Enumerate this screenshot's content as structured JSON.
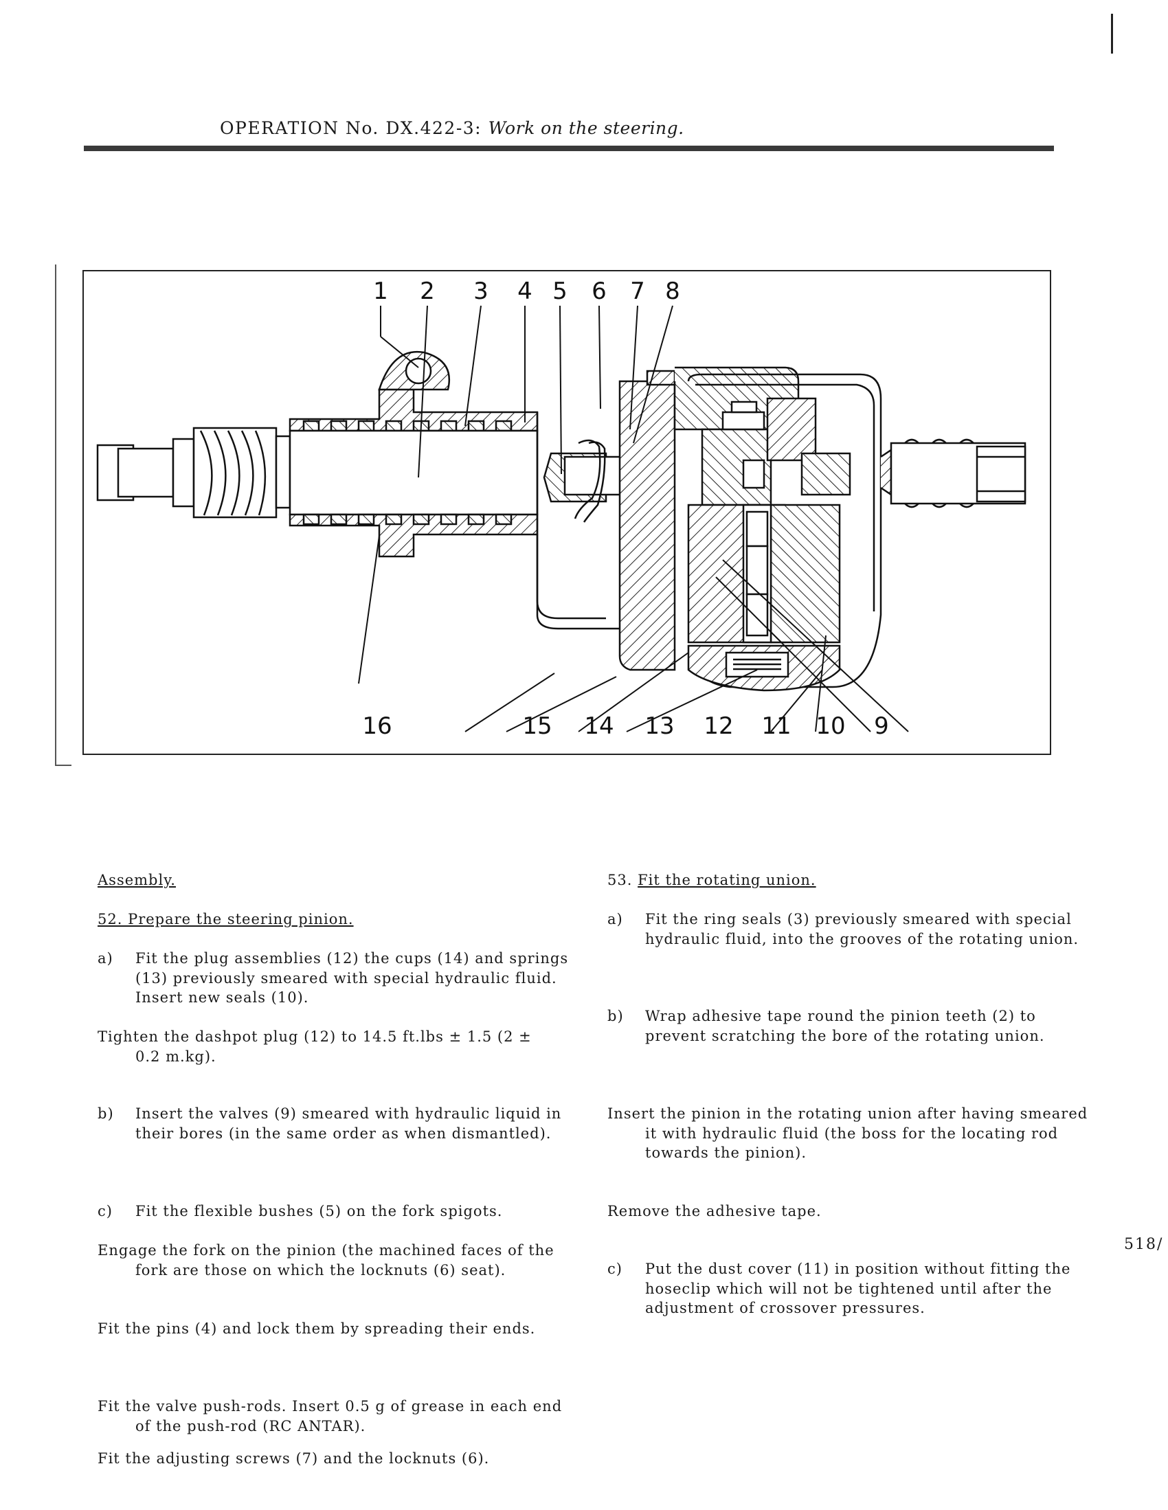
{
  "header": {
    "operation": "OPERATION No. DX.422-3:",
    "title": "Work on the steering."
  },
  "figure": {
    "callouts_top": [
      "1",
      "2",
      "3",
      "4",
      "5",
      "6",
      "7",
      "8"
    ],
    "callouts_bottom": [
      "16",
      "15",
      "14",
      "13",
      "12",
      "11",
      "10",
      "9"
    ]
  },
  "left": {
    "section_title": "Assembly.",
    "step52_title": "52. Prepare the steering pinion.",
    "a_label": "a)",
    "a_text": "Fit the plug assemblies (12) the cups (14) and springs (13) previously smeared with special hydraulic fluid. Insert new seals (10).",
    "tighten_text": "Tighten the dashpot plug (12) to 14.5 ft.lbs ± 1.5 (2 ± 0.2 m.kg).",
    "b_label": "b)",
    "b_text": "Insert the valves (9) smeared with hydraulic liquid in their bores (in the same order as when dismantled).",
    "c_label": "c)",
    "c_text": "Fit the flexible bushes (5) on the fork spigots.",
    "engage_text": "Engage the fork on the pinion (the machined faces of the fork are those on which the locknuts (6) seat).",
    "pins_text": "Fit the pins (4) and lock them by spreading their ends.",
    "pushrods_text": "Fit the valve push-rods. Insert 0.5 g of grease in each end of the push-rod (RC ANTAR).",
    "screws_text": "Fit the adjusting screws (7) and the locknuts (6)."
  },
  "right": {
    "step53_number": "53.",
    "step53_title": "Fit the rotating union.",
    "a_label": "a)",
    "a_text": "Fit the ring seals (3) previously smeared with special hydraulic fluid, into the grooves of the rotating union.",
    "b_label": "b)",
    "b_text": "Wrap adhesive tape round the pinion teeth (2) to prevent scratching the bore of the rotating union.",
    "insert_text": "Insert the pinion in the rotating union after having smeared it with hydraulic fluid (the boss for the locating rod towards the pinion).",
    "remove_text": "Remove the adhesive tape.",
    "c_label": "c)",
    "c_text": "Put the dust cover (11) in position without fitting the hoseclip which will not be tightened until after the adjustment of crossover pressures."
  },
  "page_number": "518/"
}
